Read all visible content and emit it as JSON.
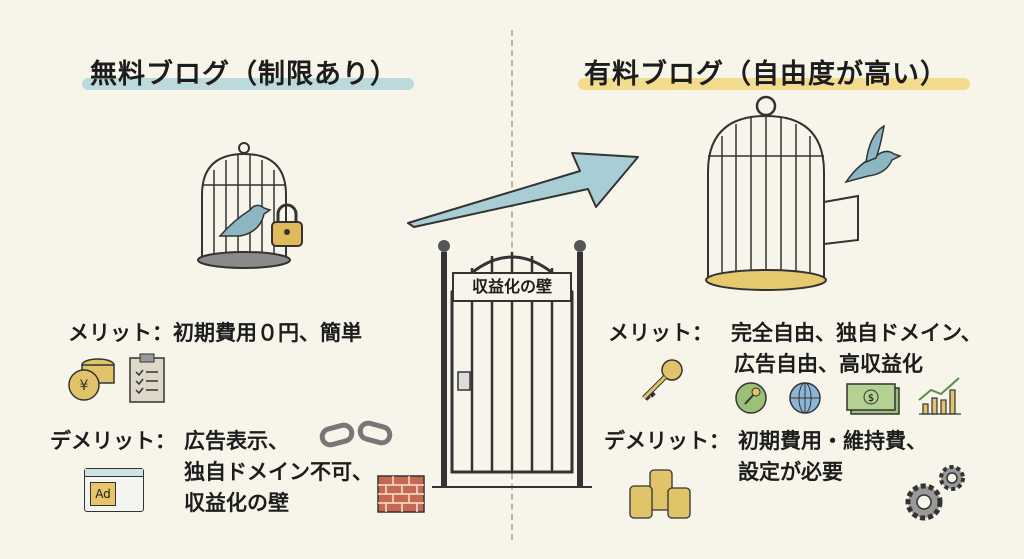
{
  "free_blog": {
    "title": "無料ブログ（制限あり）",
    "merit_label": "メリット：",
    "merit_text": "初期費用０円、簡単",
    "demerit_label": "デメリット：",
    "demerit_lines": [
      "広告表示、",
      "独自ドメイン不可、",
      "収益化の壁"
    ],
    "ad_icon_text": "Ad",
    "highlight_color": "#bcd9dc"
  },
  "paid_blog": {
    "title": "有料ブログ（自由度が高い）",
    "merit_label": "メリット：",
    "merit_lines": [
      "完全自由、独自ドメイン、",
      "広告自由、高収益化"
    ],
    "demerit_label": "デメリット：",
    "demerit_lines": [
      "初期費用・維持費、",
      "設定が必要"
    ],
    "highlight_color": "#f3dc8e"
  },
  "gate": {
    "sign": "収益化の壁"
  }
}
